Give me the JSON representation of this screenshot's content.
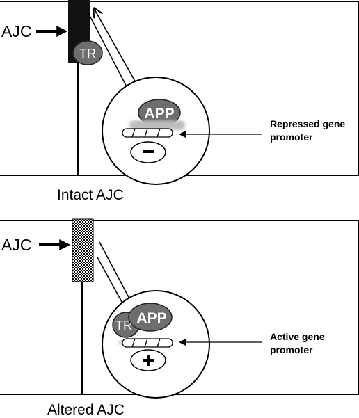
{
  "top_panel": {
    "ajc_label": "AJC",
    "tr_label": "TR",
    "app_label": "APP",
    "sign": "−",
    "promoter_line1": "Repressed gene",
    "promoter_line2": "promoter",
    "caption": "Intact AJC"
  },
  "bottom_panel": {
    "ajc_label": "AJC",
    "tr_label": "TR",
    "app_label": "APP",
    "sign": "+",
    "promoter_line1": "Active gene",
    "promoter_line2": "promoter",
    "caption": "Altered AJC"
  },
  "colors": {
    "line": "#000000",
    "oval_fill": "#6e6e6e",
    "junction_intact": "#111111",
    "coil": "#ffffff",
    "blur": "#bdbdbd"
  }
}
